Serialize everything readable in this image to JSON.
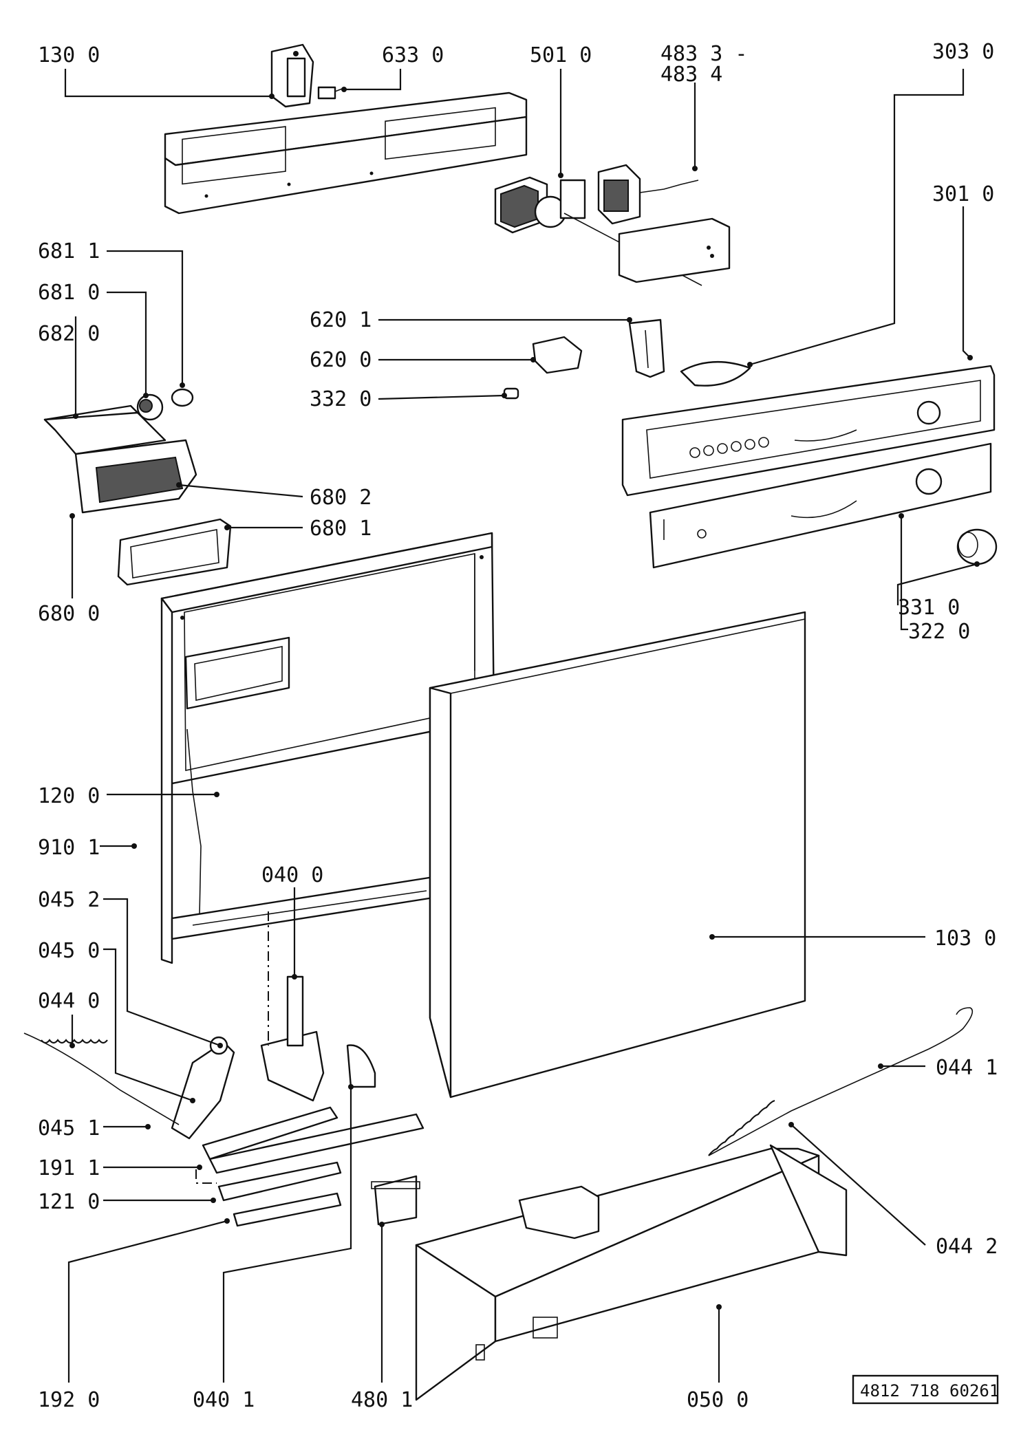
{
  "labels": {
    "l1300": "130  0",
    "l6330": "633  0",
    "l5010": "501  0",
    "l4833": "483  3 -",
    "l4834": "483  4",
    "l3030": "303  0",
    "l3010": "301  0",
    "l6811": "681  1",
    "l6810": "681  0",
    "l6820": "682  0",
    "l6201": "620  1",
    "l6200": "620  0",
    "l3320": "332  0",
    "l6802": "680  2",
    "l6801": "680  1",
    "l6800": "680  0",
    "l3310": "331  0",
    "l3220": "322  0",
    "l1200": "120  0",
    "l9101": "910  1",
    "l0400": "040  0",
    "l0452": "045  2",
    "l0450": "045  0",
    "l0440": "044  0",
    "l1030": "103  0",
    "l0441": "044  1",
    "l0451": "045  1",
    "l1911": "191 1",
    "l1210": "121  0",
    "l0442": "044  2",
    "l1920": "192  0",
    "l0401": "040  1",
    "l4801": "480  1",
    "l0500": "050  0"
  },
  "drawing_ref": "4812 718 60261"
}
